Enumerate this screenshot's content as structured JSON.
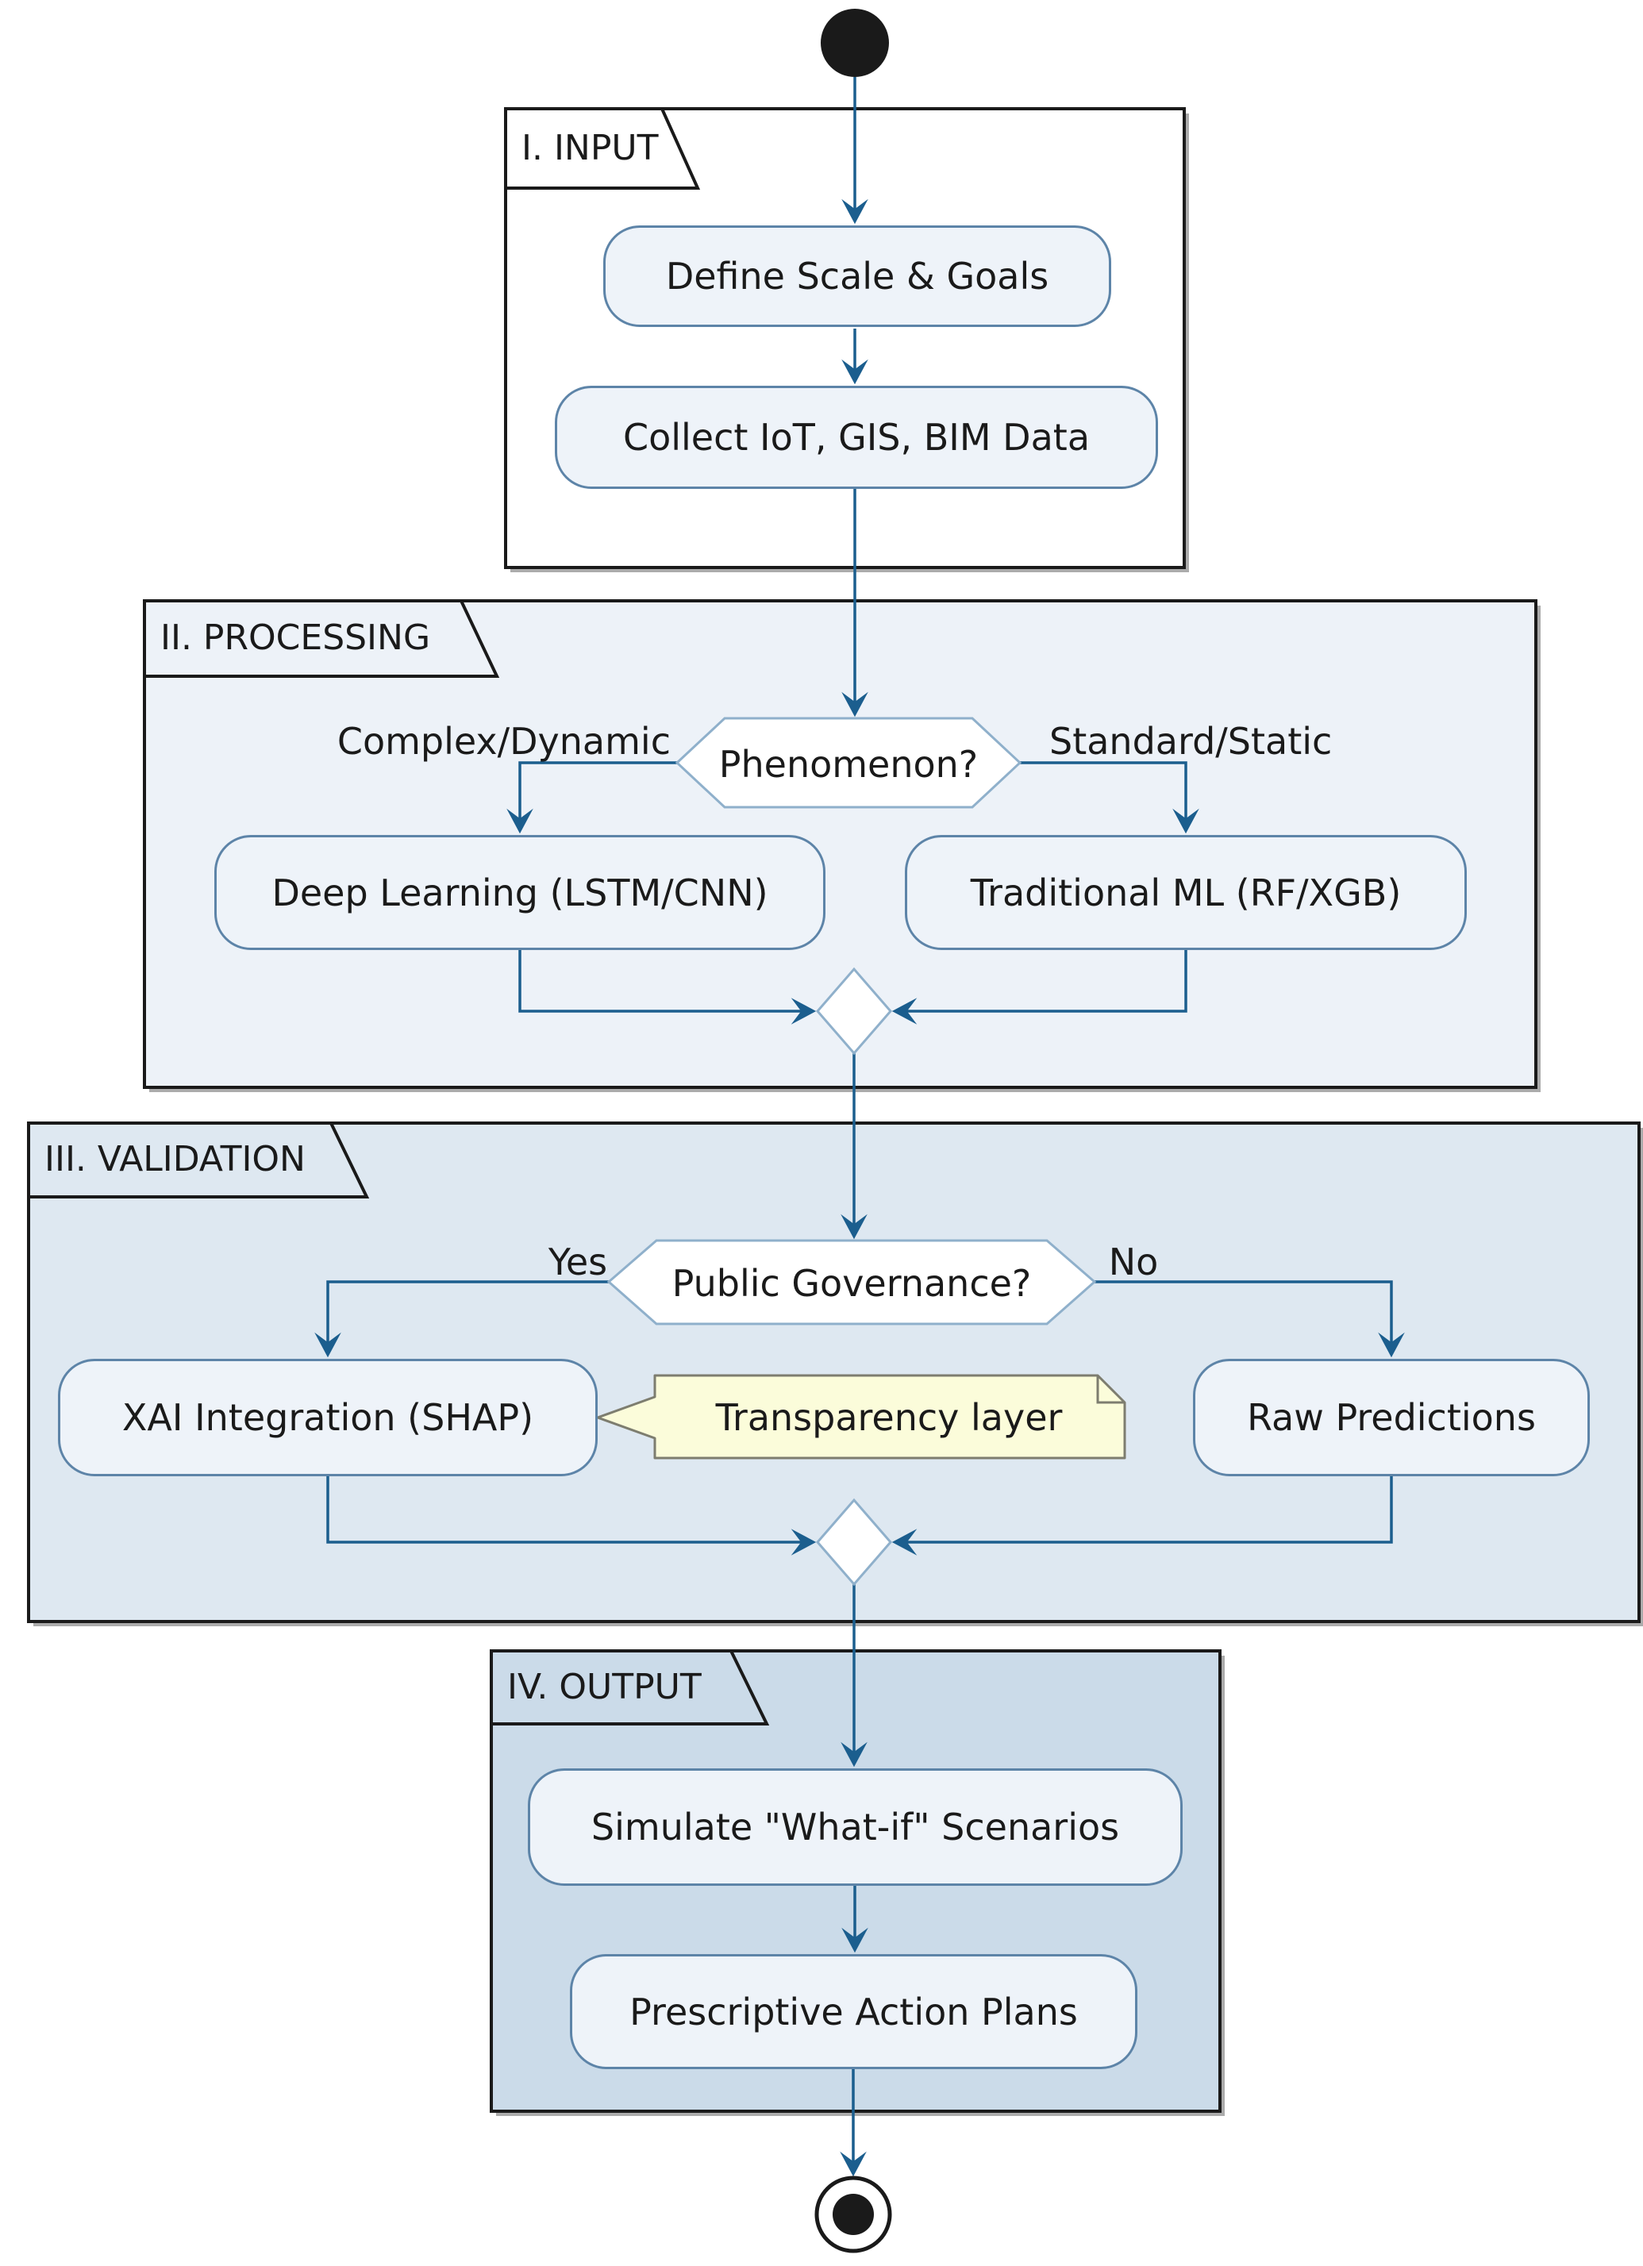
{
  "diagram_type": "activity-flowchart",
  "partitions": [
    {
      "label": "I. INPUT"
    },
    {
      "label": "II. PROCESSING"
    },
    {
      "label": "III. VALIDATION"
    },
    {
      "label": "IV. OUTPUT"
    }
  ],
  "nodes": {
    "define": "Define Scale & Goals",
    "collect": "Collect IoT, GIS, BIM Data",
    "deep": "Deep Learning (LSTM/CNN)",
    "traditional": "Traditional ML (RF/XGB)",
    "xai": "XAI Integration (SHAP)",
    "raw": "Raw Predictions",
    "simulate": "Simulate \"What-if\" Scenarios",
    "prescriptive": "Prescriptive Action Plans"
  },
  "decisions": {
    "phenomenon": "Phenomenon?",
    "governance": "Public Governance?"
  },
  "branches": {
    "complex": "Complex/Dynamic",
    "standard": "Standard/Static",
    "yes": "Yes",
    "no": "No"
  },
  "note": {
    "text": "Transparency layer"
  },
  "colors": {
    "arrow": "#1B5E8E",
    "partition_border": "#1A1A1A",
    "shadow": "#ABABAB",
    "input_fill": "#FFFFFF",
    "processing_fill": "#EDF2F8",
    "validation_fill": "#DEE8F1",
    "output_fill": "#CBDBE9",
    "activity_fill": "#EEF3F9",
    "activity_border": "#5D84A8",
    "decision_fill": "#FFFFFF",
    "decision_border": "#8FB0CB",
    "note_fill": "#FBFCDA",
    "note_border": "#7D7D6F",
    "text": "#1A1A1A"
  }
}
